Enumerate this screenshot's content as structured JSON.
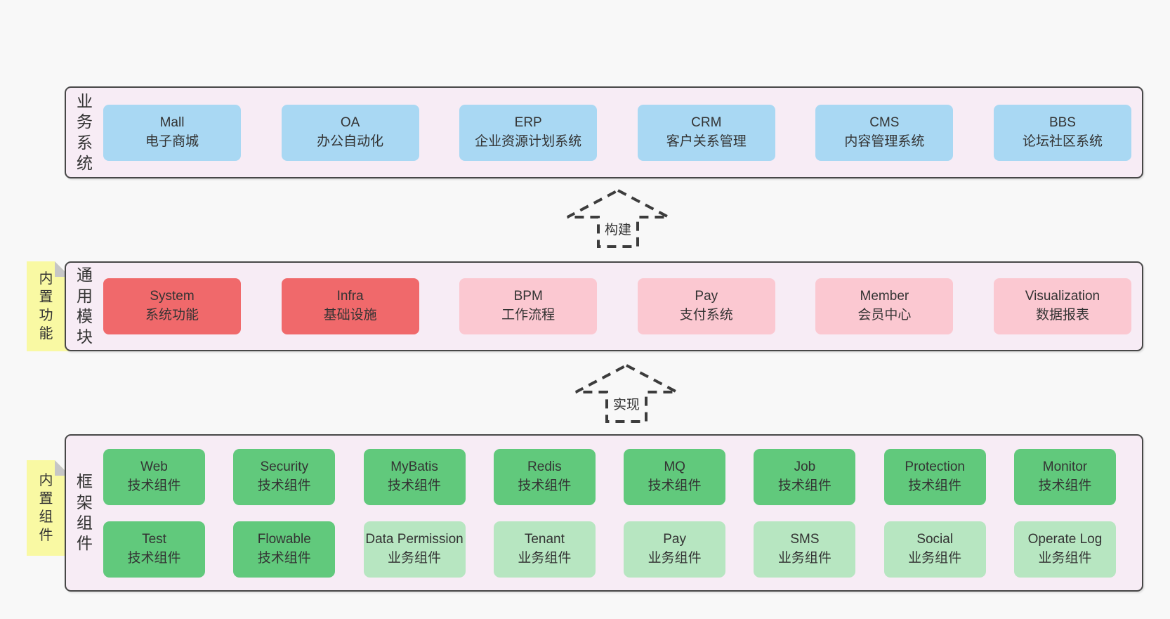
{
  "diagram": {
    "background": "#f8f8f8",
    "colors": {
      "container_bg": "#f7ecf5",
      "container_border": "#474747",
      "blue_box": "#a9d8f3",
      "red_box": "#f0696b",
      "pink_box": "#fbc8d1",
      "green_dark_box": "#61c97c",
      "green_light_box": "#b7e6c1",
      "sticky_yellow": "#f9f9a3",
      "sticky_fold_gray": "#c6c6c6",
      "text": "#333333"
    },
    "arrows": [
      {
        "label": "构建"
      },
      {
        "label": "实现"
      }
    ],
    "layers": [
      {
        "label": "业务系统",
        "boxes": [
          {
            "name": "Mall",
            "desc": "电子商城"
          },
          {
            "name": "OA",
            "desc": "办公自动化"
          },
          {
            "name": "ERP",
            "desc": "企业资源计划系统"
          },
          {
            "name": "CRM",
            "desc": "客户关系管理"
          },
          {
            "name": "CMS",
            "desc": "内容管理系统"
          },
          {
            "name": "BBS",
            "desc": "论坛社区系统"
          }
        ]
      },
      {
        "label": "通用模块",
        "sticky": "内置功能",
        "boxes": [
          {
            "name": "System",
            "desc": "系统功能"
          },
          {
            "name": "Infra",
            "desc": "基础设施"
          },
          {
            "name": "BPM",
            "desc": "工作流程"
          },
          {
            "name": "Pay",
            "desc": "支付系统"
          },
          {
            "name": "Member",
            "desc": "会员中心"
          },
          {
            "name": "Visualization",
            "desc": "数据报表"
          }
        ]
      },
      {
        "label": "框架组件",
        "sticky": "内置组件",
        "rows": [
          [
            {
              "name": "Web",
              "desc": "技术组件"
            },
            {
              "name": "Security",
              "desc": "技术组件"
            },
            {
              "name": "MyBatis",
              "desc": "技术组件"
            },
            {
              "name": "Redis",
              "desc": "技术组件"
            },
            {
              "name": "MQ",
              "desc": "技术组件"
            },
            {
              "name": "Job",
              "desc": "技术组件"
            },
            {
              "name": "Protection",
              "desc": "技术组件"
            },
            {
              "name": "Monitor",
              "desc": "技术组件"
            }
          ],
          [
            {
              "name": "Test",
              "desc": "技术组件"
            },
            {
              "name": "Flowable",
              "desc": "技术组件"
            },
            {
              "name": "Data Permission",
              "desc": "业务组件"
            },
            {
              "name": "Tenant",
              "desc": "业务组件"
            },
            {
              "name": "Pay",
              "desc": "业务组件"
            },
            {
              "name": "SMS",
              "desc": "业务组件"
            },
            {
              "name": "Social",
              "desc": "业务组件"
            },
            {
              "name": "Operate Log",
              "desc": "业务组件"
            }
          ]
        ]
      }
    ]
  }
}
